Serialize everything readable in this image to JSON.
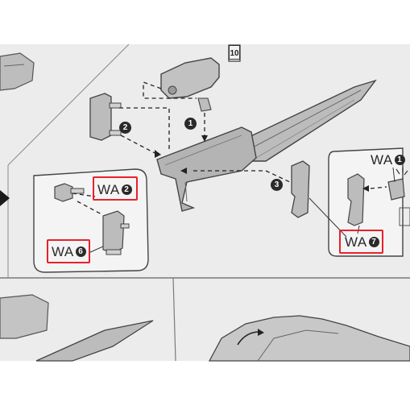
{
  "page_number": "10",
  "steps": [
    {
      "label": "1"
    },
    {
      "label": "2"
    },
    {
      "label": "3"
    }
  ],
  "part_labels": [
    {
      "code": "WA",
      "number": "2",
      "highlighted": true
    },
    {
      "code": "WA",
      "number": "6",
      "highlighted": true
    },
    {
      "code": "WA",
      "number": "1",
      "highlighted": false
    },
    {
      "code": "WA",
      "number": "7",
      "highlighted": true
    }
  ],
  "colors": {
    "highlight": "#e8212a",
    "ink": "#2a2a2a",
    "paper": "#ececec",
    "part_fill": "#b9b9b9"
  },
  "icons": [
    "arrow-right-icon",
    "curved-arrow-icon",
    "spark-icon"
  ]
}
